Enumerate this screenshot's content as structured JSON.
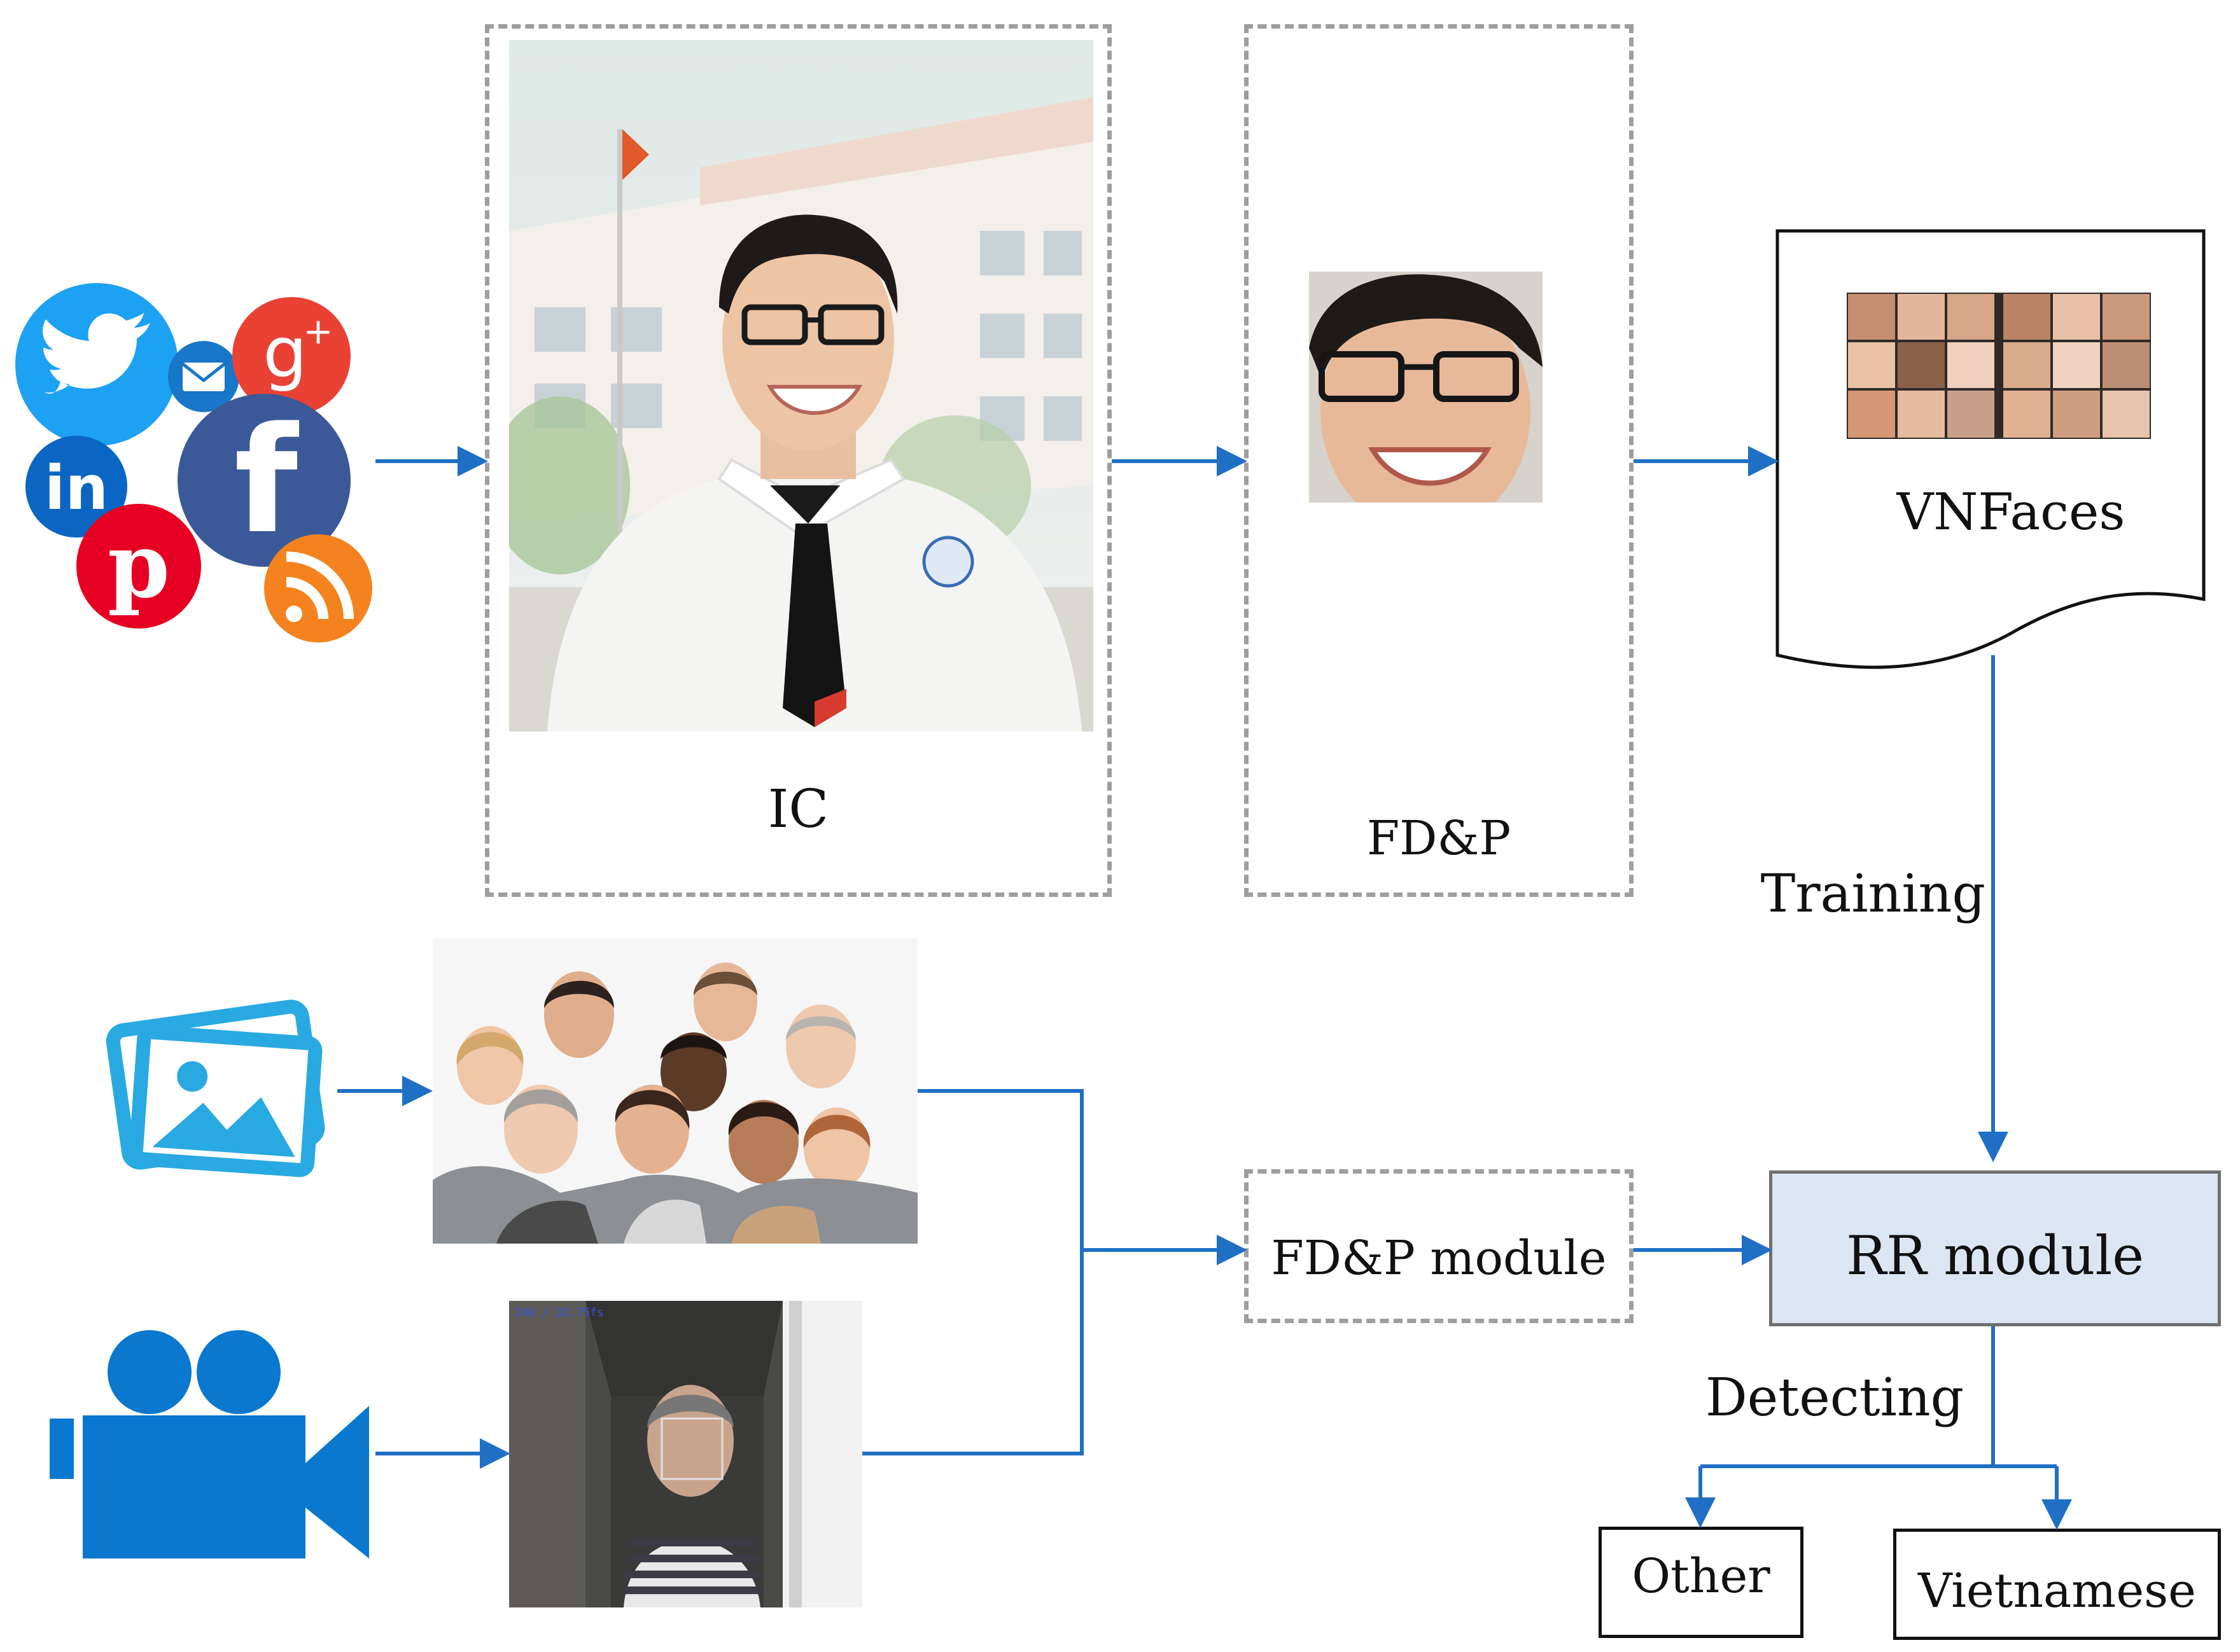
{
  "diagram": {
    "ic_label": "IC",
    "fdp_label": "FD&P",
    "dataset_label": "VNFaces",
    "training_label": "Training",
    "fdp_module_label": "FD&P module",
    "rr_module_label": "RR module",
    "detecting_label": "Detecting",
    "other_label": "Other",
    "vietnamese_label": "Vietnamese",
    "camera_overlay_text": "246 / 32.75fs"
  },
  "icons": {
    "social_media": [
      "twitter-icon",
      "mail-icon",
      "google-plus-icon",
      "linkedin-icon",
      "facebook-icon",
      "pinterest-icon",
      "rss-icon"
    ],
    "image_gallery": "image-gallery-icon",
    "video_camera": "video-camera-icon"
  },
  "colors": {
    "arrow": "#1f6fc5",
    "dashed_border": "#9e9e9e",
    "rr_module_fill": "#dce6f2",
    "twitter": "#1da1f2",
    "google_plus": "#e94235",
    "linkedin": "#0a66c2",
    "facebook": "#3b5998",
    "pinterest": "#e60023",
    "rss": "#f4831f",
    "mail": "#1877c9",
    "image_icon": "#29a9e1",
    "camera_icon": "#0a78cf"
  }
}
